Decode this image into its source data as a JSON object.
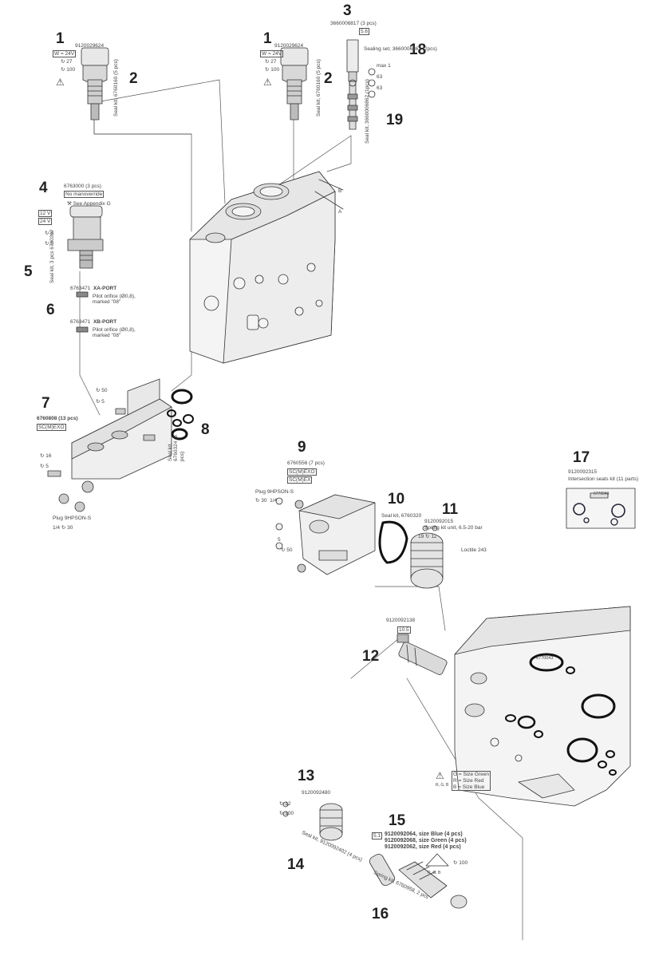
{
  "numbers": {
    "n1a": "1",
    "n1b": "1",
    "n2a": "2",
    "n2b": "2",
    "n3": "3",
    "n4": "4",
    "n5": "5",
    "n6": "6",
    "n7": "7",
    "n8": "8",
    "n9": "9",
    "n10": "10",
    "n11": "11",
    "n12": "12",
    "n13": "13",
    "n14": "14",
    "n15": "15",
    "n16": "16",
    "n17": "17",
    "n18": "18",
    "n19": "19"
  },
  "labels": {
    "p1a_code": "9120029624",
    "p1a_box": "W = 24V",
    "p1a_t1": "27",
    "p1a_t2": "100",
    "p2a_seal": "Seal kit, 6760160 (5 pcs)",
    "p1b_code": "9120029624",
    "p1b_box": "W = 24V",
    "p1b_t1": "27",
    "p1b_t2": "100",
    "p2b_seal": "Seal kit, 6760160 (5 pcs)",
    "p3_code": "3660006817 (3 pcs)",
    "p3_box": "5.6",
    "p18_seal": "Sealing set, 3660006862 (2pcs)",
    "p18_v1": "max 1",
    "p18_v2": "63",
    "p18_v3": "63",
    "p19_seal": "Seal kit, 3660006862 (1pcs)",
    "p4_code": "6763000 (3 pcs)",
    "p4_box": "No manoverride",
    "p4_appendix": "See Appendix G",
    "p4_b1": "12 V",
    "p4_b2": "24 V",
    "p4_t1": "8",
    "p4_t2": "5",
    "p5_seal": "Seal kit, 3 pcs 6760367",
    "p6_a_code": "6763471",
    "p6_a_port": "XA-PORT",
    "p6_a_desc": "Pilot orifice (Ø0,8), marked \"08\"",
    "p6_b_code": "6763471",
    "p6_b_port": "XB-PORT",
    "p6_b_desc": "Pilot orifice (Ø0,8), marked \"08\"",
    "p7_t1": "50",
    "p7_t2": "5",
    "p7_code": "6760808 (13 pcs)",
    "p7_box": "SC(M)EXO",
    "p7_t3": "16",
    "p7_t4": "5",
    "p7_plug": "Plug 9HPSON-S",
    "p7_t5": "1/4",
    "p7_t6": "30",
    "p8_seal": "Seal kit, 6760324 (5 pcs)",
    "p9_code": "6760556 (7 pcs)",
    "p9_box1": "SC(M)EXO",
    "p9_box2": "SC(M)EX",
    "p9_plug": "Plug 9HPSON-S",
    "p9_t1": "30",
    "p9_t2": "1/4",
    "p9_t3": "5",
    "p9_t4": "50",
    "p10_seal": "Seal kit, 6760320",
    "p11_code": "9120092015",
    "p11_desc": "Spring kit unit, 6.5-20 bar",
    "p11_t1": "19",
    "p11_t2": "12",
    "p11_loctite": "Loctite 243",
    "p12_code": "9120092138",
    "p12_box": "10.5",
    "p13_code": "9120092480",
    "p13_t1": "12",
    "p13_t2": "100",
    "p14_seal": "Seal kit, 9120092402 (4 pcs)",
    "p15_box": "5.1",
    "p15_l1": "9120092064, size Blue (4 pcs)",
    "p15_l2": "9120092068, size Green (4 pcs)",
    "p15_l3": "9120092062, size Red (4 pcs)",
    "p15_t1": "100",
    "p15_rgb": "R, G, B",
    "p16_seal": "Spring kit, 6760958, 2 pcs",
    "p17_code": "9120092315",
    "p17_desc": "Intersection seals kit (11 parts)",
    "p17_sticker": "6770043",
    "ref_a": "A",
    "ref_b": "B",
    "legend_g": "G = Size Green",
    "legend_r": "R = Size Red",
    "legend_b": "B = Size Blue",
    "legend_rgb": "R, G, B",
    "body2_sticker": "6770043"
  }
}
